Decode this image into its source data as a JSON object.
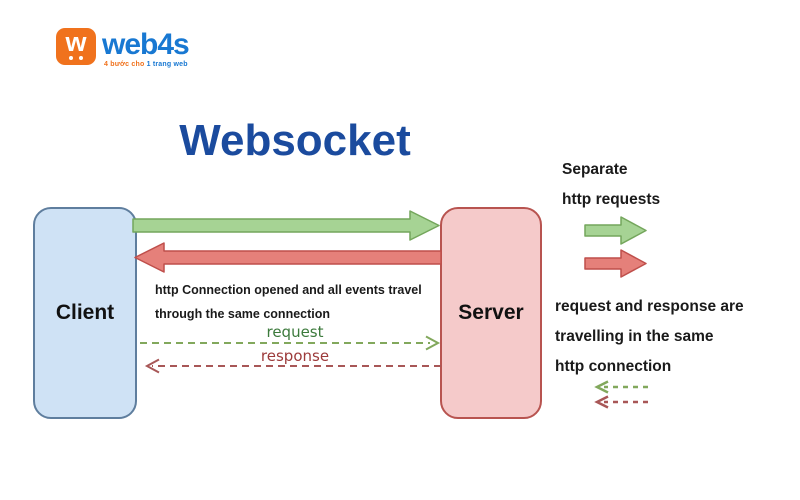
{
  "logo": {
    "mark_letter": "w",
    "brand": "web4s",
    "tagline_part1": "4 bước cho ",
    "tagline_part2": "1 trang web"
  },
  "title": "Websocket",
  "diagram": {
    "client_label": "Client",
    "server_label": "Server",
    "connection_note": {
      "line1": "http Connection opened and all events travel",
      "line2": "through the same connection"
    },
    "request_label": "request",
    "response_label": "response"
  },
  "legend_separate": {
    "line1": "Separate",
    "line2": "http requests"
  },
  "legend_same": {
    "line1": "request and response are",
    "line2": "travelling in the same",
    "line3": "http connection"
  },
  "arrows": [
    {
      "name": "client-to-server-arrow",
      "style": "solid-block",
      "direction": "right",
      "color": "#a6d394"
    },
    {
      "name": "server-to-client-arrow",
      "style": "solid-block",
      "direction": "left",
      "color": "#e5807a"
    },
    {
      "name": "request-dashed-arrow",
      "style": "dashed",
      "direction": "right",
      "color": "#82a85c"
    },
    {
      "name": "response-dashed-arrow",
      "style": "dashed",
      "direction": "left",
      "color": "#a85757"
    },
    {
      "name": "legend-separate-request-arrow",
      "style": "solid-block",
      "direction": "right",
      "color": "#a6d394"
    },
    {
      "name": "legend-separate-response-arrow",
      "style": "solid-block",
      "direction": "right",
      "color": "#e5807a"
    },
    {
      "name": "legend-same-request-arrow",
      "style": "dashed",
      "direction": "left",
      "color": "#82a85c"
    },
    {
      "name": "legend-same-response-arrow",
      "style": "dashed",
      "direction": "left",
      "color": "#a85757"
    }
  ],
  "colors": {
    "brand_orange": "#f0721d",
    "brand_blue": "#1878d2",
    "title_blue": "#1b4b9e",
    "client_fill": "#cfe2f5",
    "client_border": "#5f7e9e",
    "server_fill": "#f5caca",
    "server_border": "#b85450",
    "green_arrow_fill": "#a6d394",
    "green_arrow_border": "#74a65c",
    "red_arrow_fill": "#e5807a",
    "red_arrow_border": "#bf4f4b",
    "request_text_green": "#3c7a3c",
    "response_text_red": "#9c3a3a",
    "background": "#ffffff"
  }
}
